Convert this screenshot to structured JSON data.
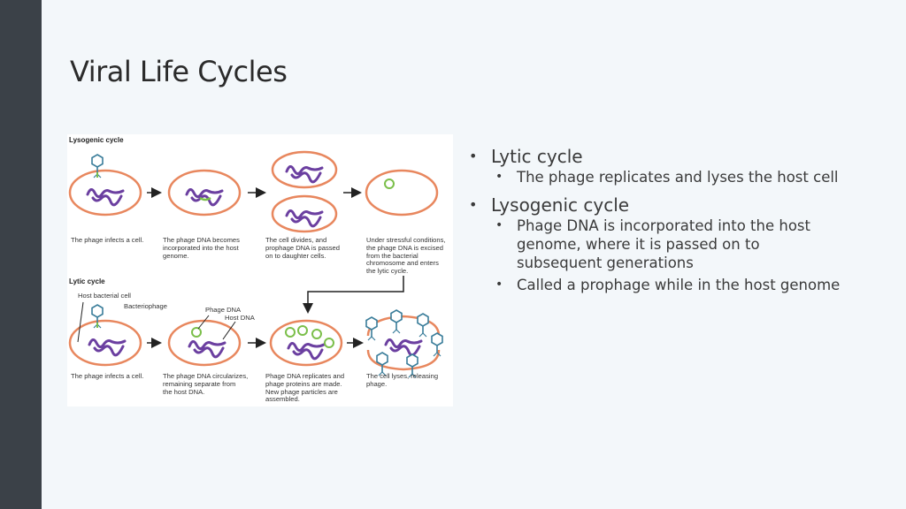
{
  "slide": {
    "title": "Viral Life Cycles",
    "colors": {
      "sidebar": "#3b4148",
      "background": "#f3f7fa",
      "cell_outline": "#e8875e",
      "dna": "#6b3fa0",
      "phage_dna": "#7bbf4a"
    }
  },
  "figure": {
    "lysogenic_heading": "Lysogenic cycle",
    "lytic_heading": "Lytic cycle",
    "lysogenic_captions": [
      "The phage infects a cell.",
      "The phage DNA becomes\nincorporated into the host\ngenome.",
      "The cell divides, and\nprophage DNA is passed\non to daughter cells.",
      "Under stressful conditions,\nthe phage DNA is excised\nfrom the bacterial\nchromosome and enters\nthe lytic cycle."
    ],
    "lytic_captions": [
      "The phage infects a cell.",
      "The phage DNA circularizes,\nremaining separate from\nthe host DNA.",
      "Phage DNA replicates and\nphage proteins are made.\nNew phage particles are\nassembled.",
      "The cell lyses, releasing\nphage."
    ],
    "labels": {
      "host_cell": "Host bacterial cell",
      "bacteriophage": "Bacteriophage",
      "phage_dna": "Phage DNA",
      "host_dna": "Host DNA"
    }
  },
  "bullets": [
    {
      "label": "Lytic cycle",
      "sub": [
        "The phage replicates and lyses the host cell"
      ]
    },
    {
      "label": "Lysogenic cycle",
      "sub": [
        "Phage DNA is incorporated into the host genome, where it is passed on to subsequent generations",
        "Called a prophage while in the host genome"
      ]
    }
  ]
}
